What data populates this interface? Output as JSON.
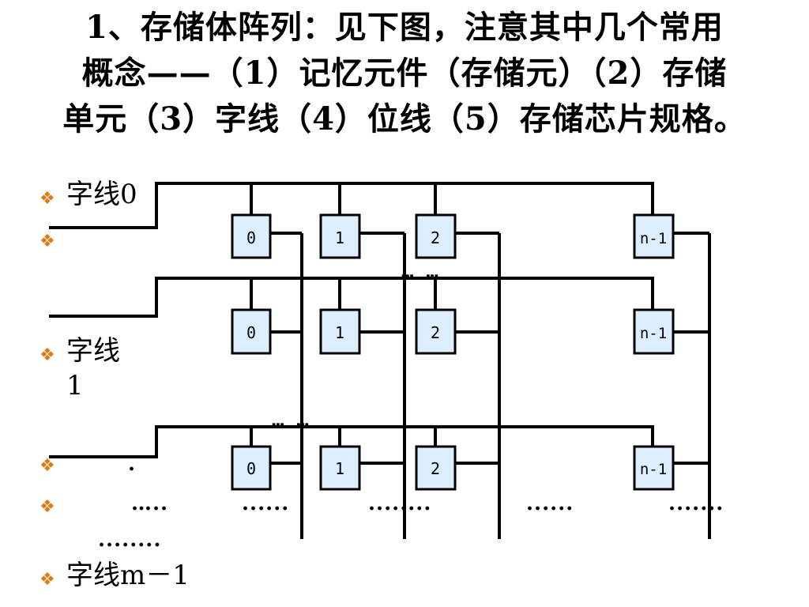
{
  "title": {
    "line1": "1、存储体阵列：见下图，注意其中几个常用",
    "line2": "概念——（1）记忆元件（存储元）（2）存储",
    "line3": "单元（3）字线（4）位线（5）存储芯片规格。"
  },
  "bullets": {
    "word_line_0": "字线0",
    "word_line_1_a": "字线",
    "word_line_1_b": "1",
    "word_line_m1": "字线m－1"
  },
  "diagram": {
    "cell_labels": [
      "0",
      "1",
      "2",
      "n-1"
    ],
    "ellipsis_h": "… …",
    "dot_single": ".",
    "dots_row": [
      "…..",
      "......",
      "........",
      "......",
      "......."
    ],
    "dots_below": "........"
  },
  "colors": {
    "bullet_mark": "#e07a10",
    "cell_fill": "#ddeeff",
    "line": "#000000"
  }
}
